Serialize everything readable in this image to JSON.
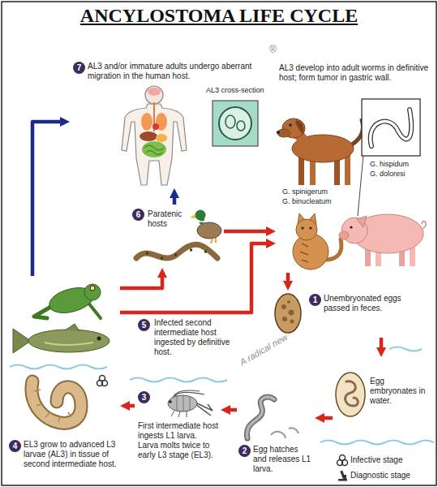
{
  "diagram": {
    "title": "ANCYLOSTOMA LIFE CYCLE",
    "nodes": [
      {
        "text": [
          "7",
          "AL3 and/or immature adults undergo aberrant migration in the human host."
        ]
      },
      {
        "text": [
          "AL3 cross-section"
        ],
        "in": 0
      },
      {
        "text": [
          "AL3 develop into adult worms in definitive host; form tumor in gastric wall."
        ]
      },
      {
        "text": [
          "1",
          "Unembryonated eggs passed in feces."
        ]
      },
      {
        "text": [
          "Egg embryonates in water."
        ]
      },
      {
        "text": [
          "2",
          "Egg hatches and releases L1 larva."
        ]
      },
      {
        "text": [
          "3",
          "First intermediate host ingests L1 larva. Larva molts twice to early L3 stage (EL3)."
        ]
      },
      {
        "text": [
          "4",
          "EL3 grow to advanced L3 larvae (AL3) in tissue of second intermediate host."
        ]
      },
      {
        "text": [
          "6",
          "Paratenic hosts"
        ]
      }
    ],
    "edges": [
      {
        "from": 2,
        "to": 3,
        "arrow": "to"
      },
      {
        "from": 3,
        "to": 4,
        "arrow": "to"
      },
      {
        "from": 4,
        "to": 5,
        "arrow": "to"
      },
      {
        "from": 5,
        "to": 6,
        "arrow": "to"
      },
      {
        "from": 6,
        "to": 7,
        "arrow": "to"
      },
      {
        "from": 7,
        "to": 2,
        "arrow": "to",
        "label": "Infected second intermediate host ingested by definitive host."
      },
      {
        "from": 7,
        "to": 8,
        "arrow": "to"
      },
      {
        "from": 8,
        "to": 2,
        "arrow": "to"
      },
      {
        "from": 7,
        "to": 0,
        "arrow": "to"
      },
      {
        "from": 8,
        "to": 0,
        "arrow": "to"
      }
    ],
    "labels": [
      "G. spinigerum",
      "G. binucleatum",
      "G. hispidum",
      "G. doloresi",
      "5",
      "®",
      "A radical new"
    ],
    "legend": [
      {
        "text": "Infective stage"
      },
      {
        "text": "Diagnostic stage"
      }
    ]
  }
}
